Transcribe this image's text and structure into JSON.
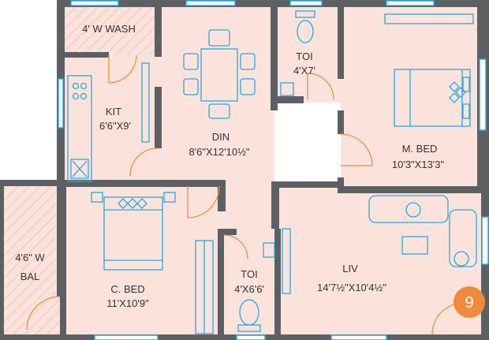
{
  "colors": {
    "wall": "#5d6063",
    "floor": "#fbe3dc",
    "fixture": "#2aa7df",
    "door": "#f08a3c",
    "badge": "#f08a3c"
  },
  "rooms": {
    "wash": {
      "name": "4' W WASH"
    },
    "kitchen": {
      "name": "KIT",
      "size": "6'6\"X9'"
    },
    "dining": {
      "name": "DIN",
      "size": "8'6\"X12'10½\""
    },
    "toilet1": {
      "name": "TOI",
      "size": "4'X7'"
    },
    "master_bed": {
      "name": "M. BED",
      "size": "10'3\"X13'3\""
    },
    "balcony": {
      "name": "4'6\" W",
      "name2": "BAL"
    },
    "child_bed": {
      "name": "C. BED",
      "size": "11'X10'9\""
    },
    "toilet2": {
      "name": "TOI",
      "size": "4'X6'6'"
    },
    "living": {
      "name": "LIV",
      "size": "14'7½\"X10'4½\""
    }
  },
  "unit_badge": {
    "number": "9"
  }
}
